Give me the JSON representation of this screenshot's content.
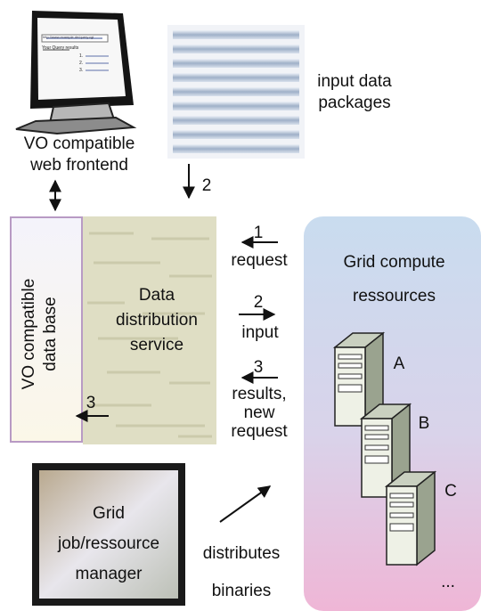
{
  "monitor": {
    "url_text": "http://www.example.de/query.cgi",
    "query_text": "Your Query results",
    "results": [
      "1.",
      "2.",
      "3."
    ]
  },
  "labels": {
    "web_frontend": [
      "VO compatible",
      "web frontend"
    ],
    "input_data": [
      "input data",
      "packages"
    ],
    "database": [
      "VO compatible",
      "data base"
    ],
    "dds": [
      "Data",
      "distribution",
      "service"
    ],
    "grid_compute": [
      "Grid compute",
      "ressources"
    ],
    "manager": [
      "Grid",
      "job/ressource",
      "manager"
    ],
    "distributes": [
      "distributes",
      "binaries"
    ],
    "ellipsis": "..."
  },
  "arrows": {
    "step2_down": "2",
    "request_num": "1",
    "request_label": "request",
    "input_num": "2",
    "input_label": "input",
    "results_num": "3",
    "results_label": [
      "results,",
      "new",
      "request"
    ],
    "db_num": "3"
  },
  "servers": [
    "A",
    "B",
    "C"
  ]
}
